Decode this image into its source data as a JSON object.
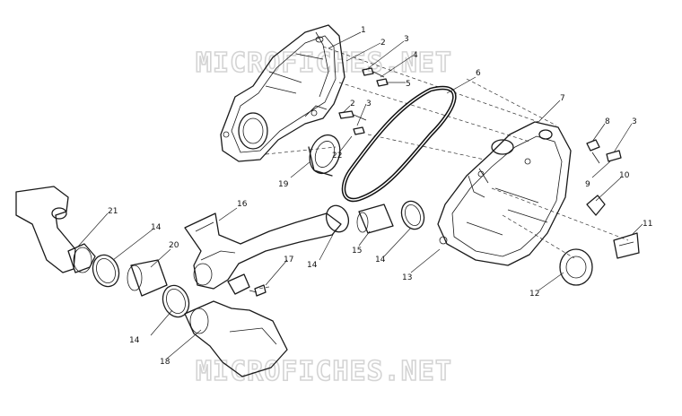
{
  "watermark": {
    "text": "MICROFICHES.NET"
  },
  "callouts": [
    {
      "id": "c1",
      "text": "1"
    },
    {
      "id": "c2a",
      "text": "2"
    },
    {
      "id": "c3a",
      "text": "3"
    },
    {
      "id": "c4",
      "text": "4"
    },
    {
      "id": "c5",
      "text": "5"
    },
    {
      "id": "c2b",
      "text": "2"
    },
    {
      "id": "c3b",
      "text": "3"
    },
    {
      "id": "c22",
      "text": "22"
    },
    {
      "id": "c19",
      "text": "19"
    },
    {
      "id": "c6",
      "text": "6"
    },
    {
      "id": "c7",
      "text": "7"
    },
    {
      "id": "c8",
      "text": "8"
    },
    {
      "id": "c3c",
      "text": "3"
    },
    {
      "id": "c9",
      "text": "9"
    },
    {
      "id": "c10",
      "text": "10"
    },
    {
      "id": "c11",
      "text": "11"
    },
    {
      "id": "c12",
      "text": "12"
    },
    {
      "id": "c13",
      "text": "13"
    },
    {
      "id": "c14a",
      "text": "14"
    },
    {
      "id": "c14b",
      "text": "14"
    },
    {
      "id": "c14c",
      "text": "14"
    },
    {
      "id": "c14d",
      "text": "14"
    },
    {
      "id": "c15",
      "text": "15"
    },
    {
      "id": "c16",
      "text": "16"
    },
    {
      "id": "c17",
      "text": "17"
    },
    {
      "id": "c18",
      "text": "18"
    },
    {
      "id": "c20",
      "text": "20"
    },
    {
      "id": "c21",
      "text": "21"
    }
  ]
}
